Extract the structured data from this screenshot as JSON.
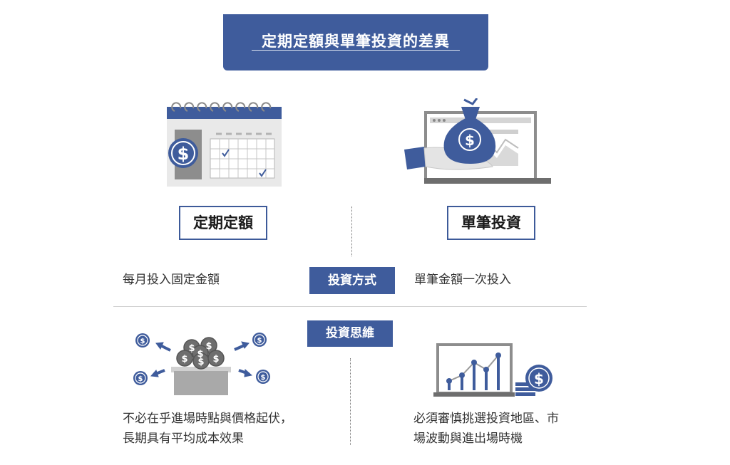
{
  "title": "定期定額與單筆投資的差異",
  "left": {
    "label": "定期定額",
    "method": "每月投入固定金額",
    "mindset_line1": "不必在乎進場時點與價格起伏，",
    "mindset_line2": "長期具有平均成本效果"
  },
  "right": {
    "label": "單筆投資",
    "method": "單筆金額一次投入",
    "mindset_line1": "必須審慎挑選投資地區、市",
    "mindset_line2": "場波動與進出場時機"
  },
  "tags": {
    "method": "投資方式",
    "mindset": "投資思維"
  },
  "icons": {
    "dollar_symbol": "$",
    "calendar": "calendar-dollar-icon",
    "laptop": "laptop-moneybag-icon",
    "coins": "coin-box-icon",
    "chart": "laptop-chart-icon"
  },
  "colors": {
    "primary": "#3f5c9c"
  }
}
